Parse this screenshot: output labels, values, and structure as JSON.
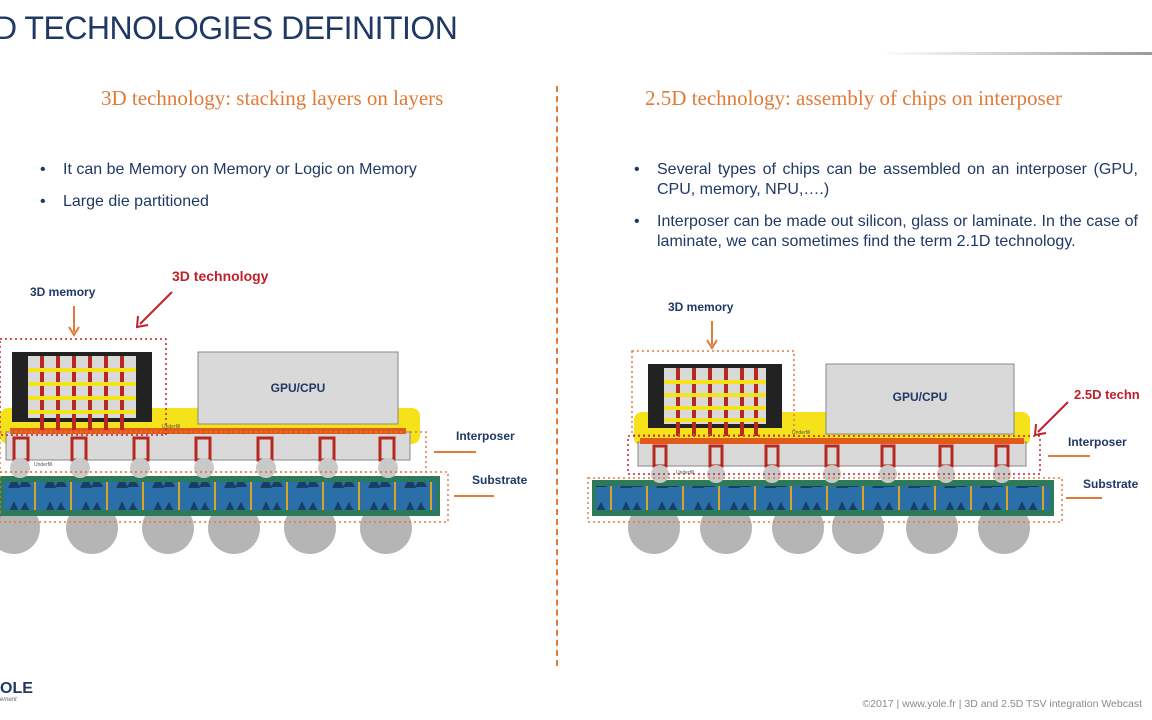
{
  "slide": {
    "title": "D TECHNOLOGIES DEFINITION",
    "footer": "©2017 | www.yole.fr | 3D and 2.5D TSV integration Webcast",
    "logo": "OLE",
    "logo_sub": "ement"
  },
  "left": {
    "heading": "3D technology: stacking layers on layers",
    "bullets": [
      "It can be Memory on Memory or Logic on Memory",
      "Large die partitioned"
    ],
    "labels": {
      "memory": "3D memory",
      "tech": "3D technology",
      "gpu": "GPU/CPU",
      "interposer": "Interposer",
      "substrate": "Substrate",
      "underfill_a": "Underfill",
      "underfill_b": "Underfill"
    }
  },
  "right": {
    "heading": "2.5D technology: assembly of chips on interposer",
    "bullets": [
      "Several types of chips can be assembled on an interposer (GPU, CPU, memory, NPU,….)",
      "Interposer can be made out silicon, glass or laminate. In the case of laminate, we can sometimes find the term 2.1D technology."
    ],
    "labels": {
      "memory": "3D memory",
      "tech": "2.5D techn",
      "gpu": "GPU/CPU",
      "interposer": "Interposer",
      "substrate": "Substrate",
      "underfill_a": "Underfill",
      "underfill_b": "Underfill"
    }
  },
  "colors": {
    "title": "#1f3864",
    "accent_orange": "#e07b39",
    "label_red": "#c0202a",
    "substrate_green": "#2d7a5a",
    "substrate_blue": "#2a6fa8",
    "underfill_yellow": "#f5e21a",
    "via_red": "#b8281e",
    "die_gray": "#d9d9d9",
    "ball_gray": "#b5b5b5"
  }
}
